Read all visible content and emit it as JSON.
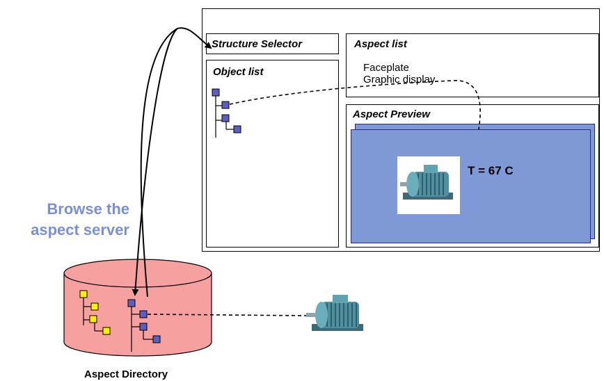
{
  "workplace": {
    "structure_selector": {
      "title": "Structure Selector"
    },
    "object_list": {
      "title": "Object list"
    },
    "aspect_list": {
      "title": "Aspect list",
      "items": [
        "Faceplate",
        "Graphic display"
      ]
    },
    "aspect_preview": {
      "title": "Aspect Preview",
      "readout": "T = 67 C"
    }
  },
  "side_label": {
    "line1": "Browse the",
    "line2": "aspect server"
  },
  "aspect_directory": {
    "label": "Aspect Directory"
  },
  "icons": {
    "motor": "electric-motor-icon",
    "tree_node": "tree-node-icon"
  },
  "colors": {
    "preview_fill": "#7f99d6",
    "cylinder_fill": "#f7a0a0",
    "node_blue": "#5b5fbf",
    "node_yellow": "#ffef00",
    "browse_text": "#7b8fd6"
  }
}
